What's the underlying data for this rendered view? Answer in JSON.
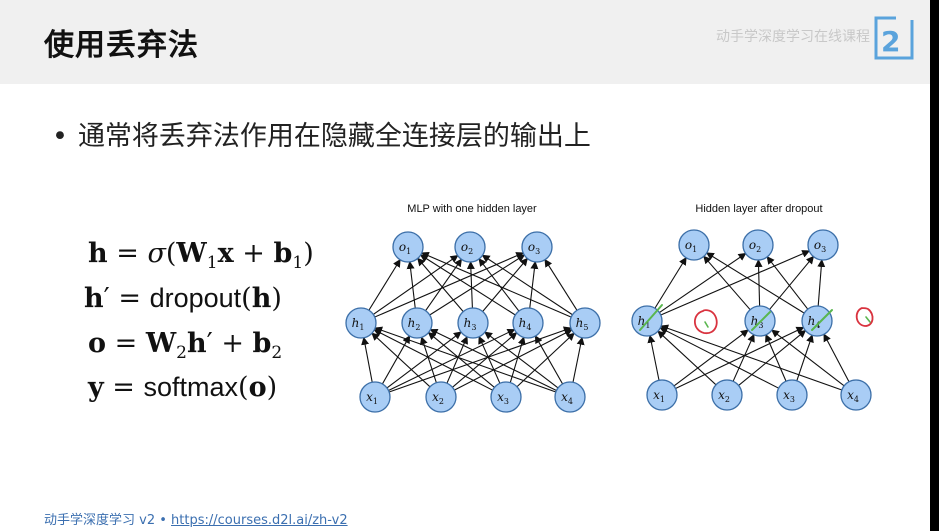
{
  "slide": {
    "title": "使用丢弃法",
    "watermark": "动手学深度学习在线课程",
    "bullet": "通常将丢弃法作用在隐藏全连接层的输出上",
    "equations": [
      {
        "lhs": "h",
        "rhs": "= σ(W₁x + b₁)"
      },
      {
        "lhs": "h′",
        "rhs": "= dropout(h)"
      },
      {
        "lhs": "o",
        "rhs": "= W₂h′ + b₂"
      },
      {
        "lhs": "y",
        "rhs": "= softmax(o)"
      }
    ],
    "footer_text": "动手学深度学习 v2 • ",
    "footer_link": "https://courses.d2l.ai/zh-v2"
  },
  "diagrams": {
    "left_title": "MLP with one hidden layer",
    "right_title": "Hidden layer after dropout",
    "output_labels": [
      "o1",
      "o2",
      "o3"
    ],
    "hidden_labels": [
      "h1",
      "h2",
      "h3",
      "h4",
      "h5"
    ],
    "input_labels": [
      "x1",
      "x2",
      "x3",
      "x4"
    ],
    "dropped_hidden": [
      "h2",
      "h5"
    ],
    "node_fill": "#a9cdf5",
    "node_stroke": "#3c6fa8",
    "dropout_mark_color": "#d9333f",
    "dropout_check_color": "#59b64e"
  }
}
